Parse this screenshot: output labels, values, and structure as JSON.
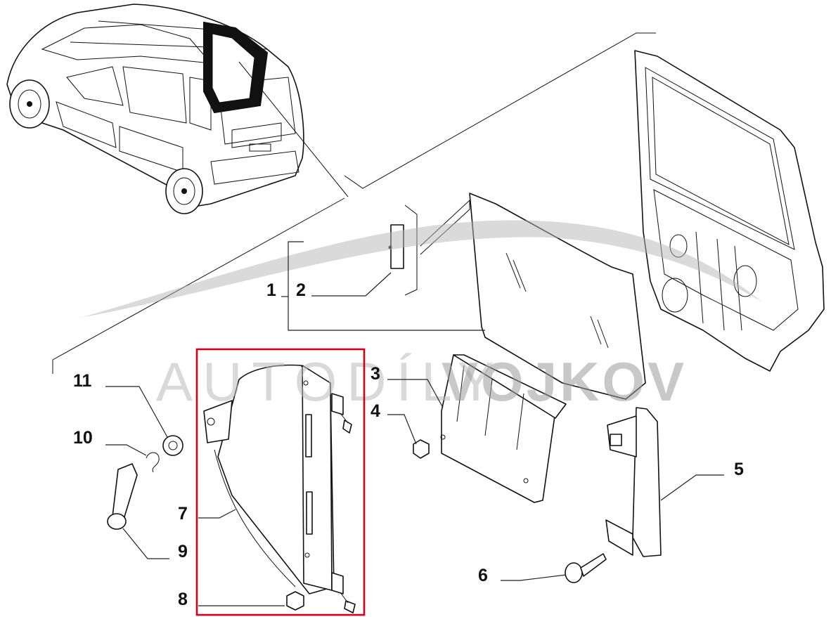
{
  "watermark": {
    "light_text": "AUTODÍLY",
    "bold_text": "VOJKOV",
    "color": "#b0b0b0"
  },
  "highlight": {
    "color": "#d0021b",
    "target_part": "7"
  },
  "callouts": [
    {
      "number": "1"
    },
    {
      "number": "2"
    },
    {
      "number": "3"
    },
    {
      "number": "4"
    },
    {
      "number": "5"
    },
    {
      "number": "6"
    },
    {
      "number": "7"
    },
    {
      "number": "8"
    },
    {
      "number": "9"
    },
    {
      "number": "10"
    },
    {
      "number": "11"
    }
  ]
}
